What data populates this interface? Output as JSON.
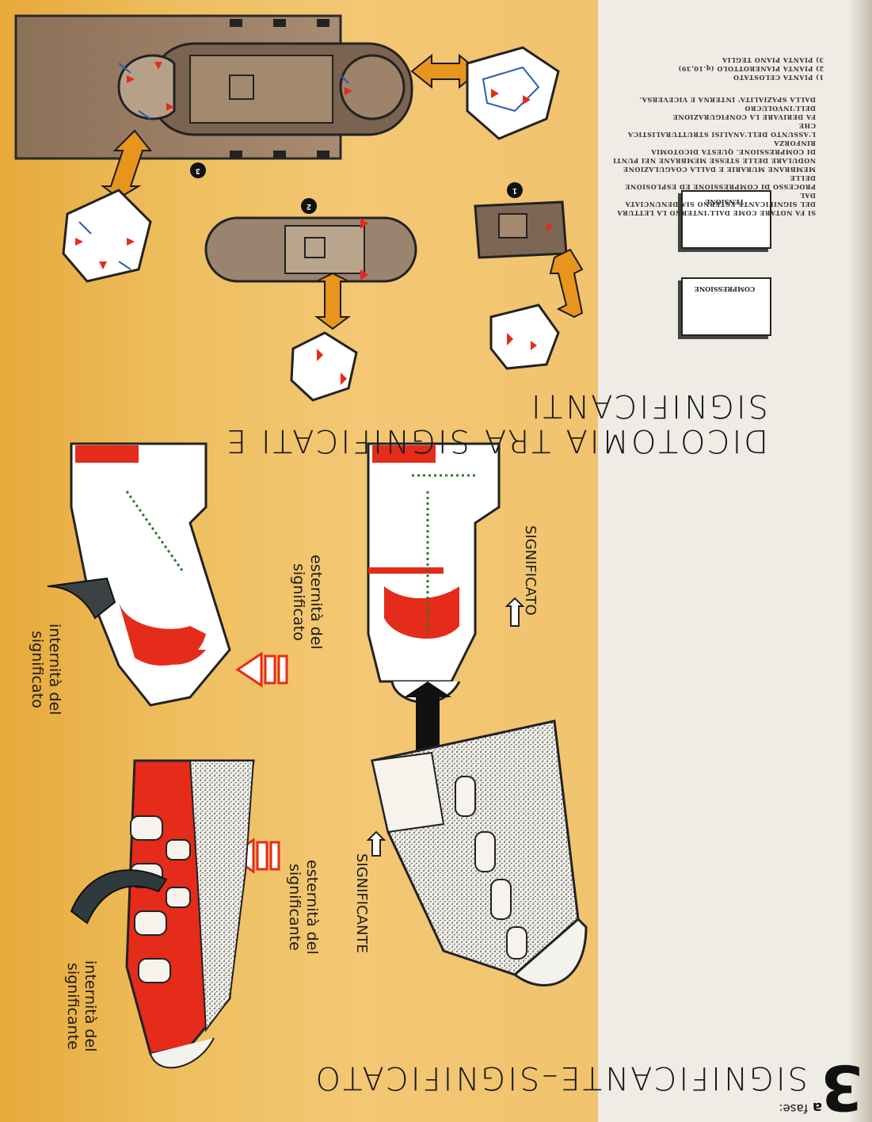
{
  "page": {
    "phase_number": "3",
    "phase_superscript": "a",
    "phase_label": "fase:",
    "main_title": "SIGNIFICANTE–SIGNIFICATO",
    "section_title_line1": "DICOTOMIA TRA SIGNIFICATI E",
    "section_title_line2": "SIGNIFICANTI"
  },
  "labels": {
    "significante": "SIGNIFICANTE",
    "significato": "SIGNIFICATO",
    "esternita_significante": "esternità del significante",
    "internita_significante": "internità del significante",
    "esternita_significato": "esternità del significato",
    "internita_significato": "internità del significato"
  },
  "legend": {
    "compressione": "COMPRESSIONE",
    "tensione": "TENSIONE"
  },
  "notes": {
    "paragraph": [
      "SI FA NOTARE COME DALL'INTERNO LA LETTURA",
      "DEL SIGNIFICANTE ESTERNO SIA DENUNCIATA DAL",
      "PROCESSO DI COMPRESSIONE ED ESPLOSIONE DELLE",
      "MEMBRANE MURARIE E DALLA COAGULAZIONE",
      "NODULARE DELLE STESSE MEMBRANE NEI PUNTI",
      "DI COMPRESSIONE. QUESTA DICOTOMIA RINFORZA",
      "L'ASSUNTO DELL'ANALISI STRUTTURALISTICA CHE",
      "FA DERIVARE LA CONFIGURAZIONE DELL'INVOLUCRO",
      "DALLA SPAZIALITA' INTERNA E VICEVERSA."
    ],
    "plan_list": [
      "1) PIANTA CELOSTATO",
      "2) PIANTA PIANEROTTOLO (q.10,39)",
      "3) PIANTA PIANO TEGLIA"
    ]
  },
  "plan_numbers": [
    "1",
    "2",
    "3"
  ],
  "colors": {
    "yellow": "#f1c36e",
    "red": "#e52b1a",
    "orange_arrow": "#e8951e",
    "blue": "#2a5bb5",
    "paper": "#eeece4"
  }
}
